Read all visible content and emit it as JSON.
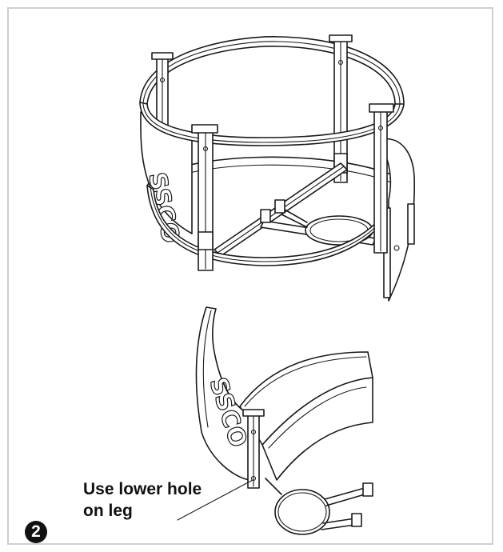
{
  "callout": {
    "line1": "Use lower hole",
    "line2": "on leg"
  },
  "step": {
    "number": "2"
  },
  "logo_text": {
    "frame_left_panel": "SSCO",
    "detached_panel": "SSCO"
  }
}
